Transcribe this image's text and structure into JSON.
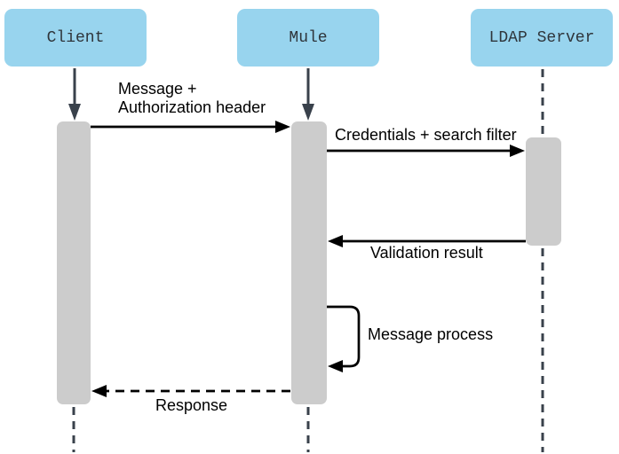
{
  "diagram": {
    "type": "sequence",
    "actors": [
      {
        "name": "client",
        "label": "Client"
      },
      {
        "name": "mule",
        "label": "Mule"
      },
      {
        "name": "ldap-server",
        "label": "LDAP Server"
      }
    ],
    "messages": [
      {
        "from": "Client",
        "to": "Mule",
        "label": "Message +\nAuthorization header",
        "line": "solid"
      },
      {
        "from": "Mule",
        "to": "LDAP Server",
        "label": "Credentials + search filter",
        "line": "solid"
      },
      {
        "from": "LDAP Server",
        "to": "Mule",
        "label": "Validation result",
        "line": "solid"
      },
      {
        "from": "Mule",
        "to": "Mule",
        "label": "Message process",
        "line": "self"
      },
      {
        "from": "Mule",
        "to": "Client",
        "label": "Response",
        "line": "dashed"
      }
    ],
    "colors": {
      "actor-fill": "#98d4ee",
      "activation-fill": "#cccccc",
      "lifeline": "#39414b",
      "arrow": "#000000",
      "label-text": "#000000",
      "actor-text": "#2f353b",
      "background": "#ffffff"
    }
  }
}
